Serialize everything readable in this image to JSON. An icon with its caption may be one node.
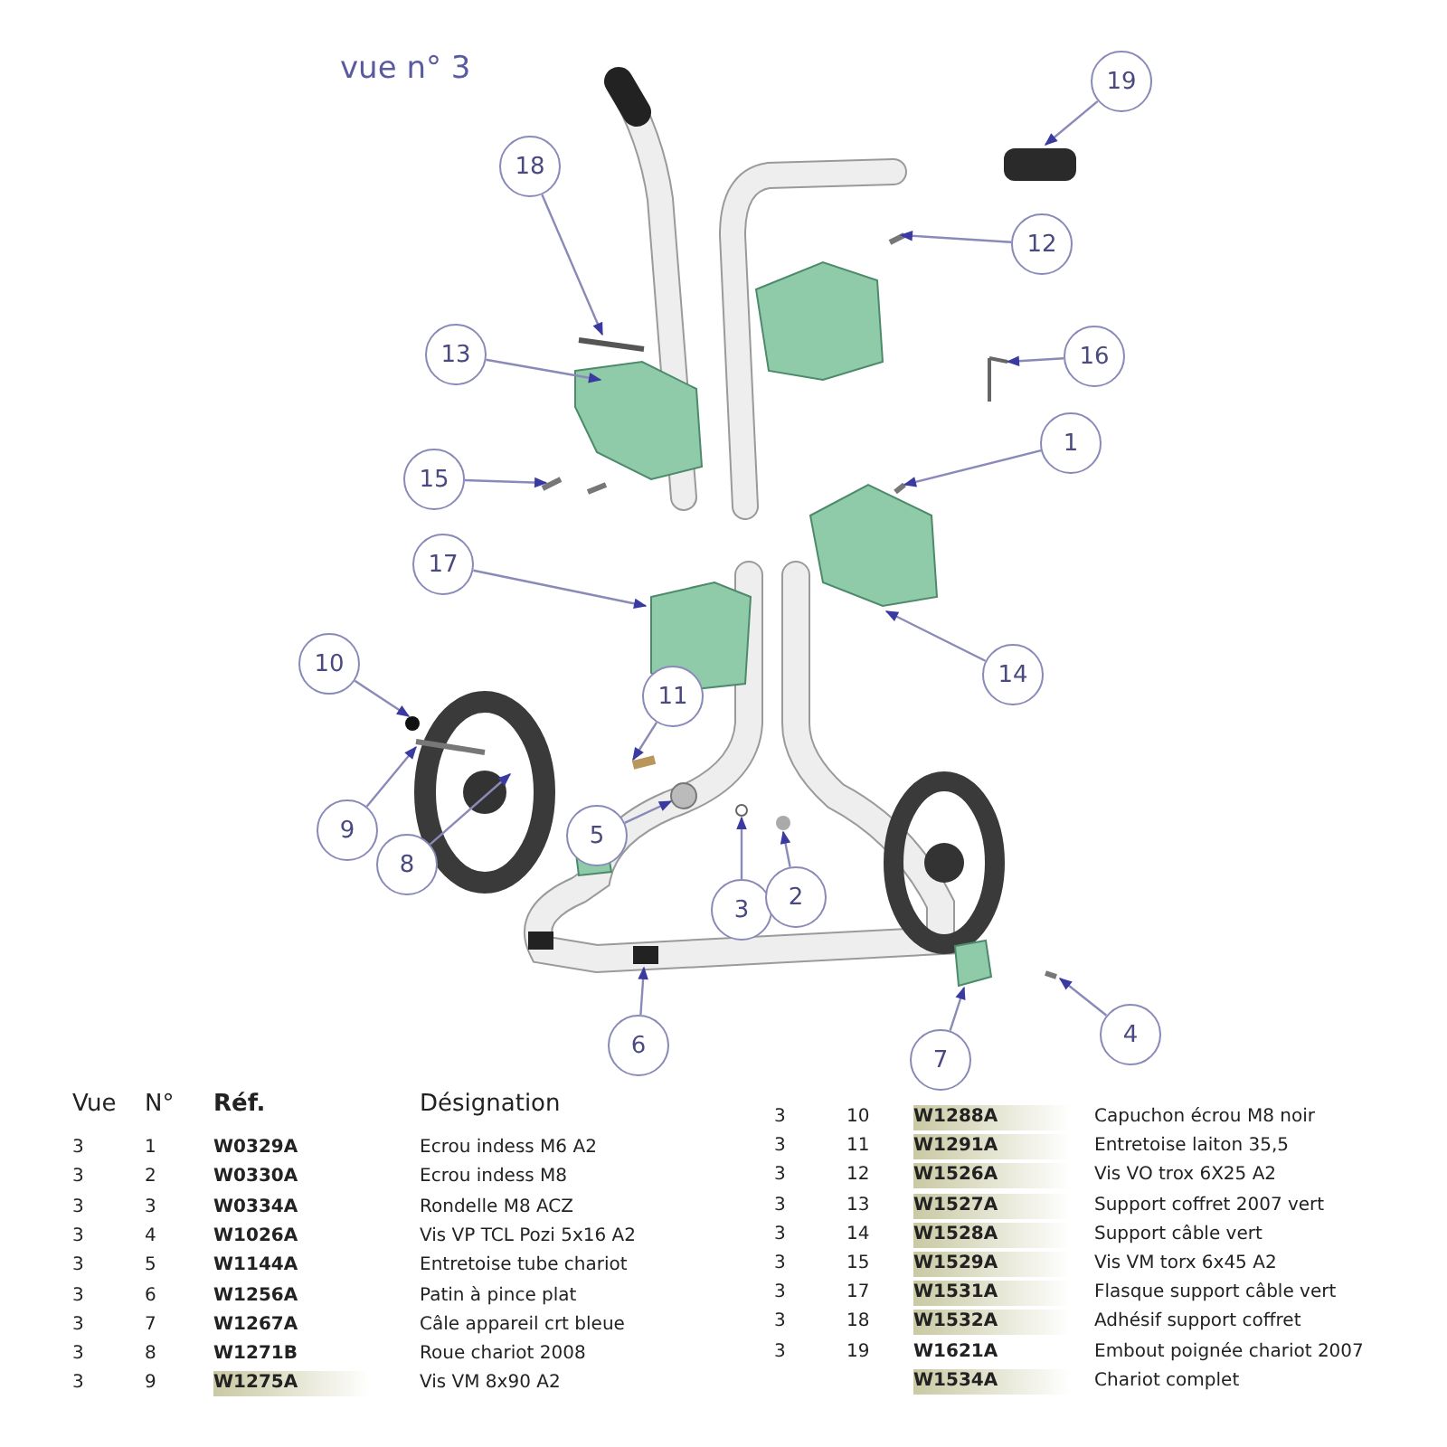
{
  "diagram": {
    "title": "vue n° 3",
    "nodes": [
      {
        "text": [
          "19"
        ]
      },
      {
        "text": [
          "18"
        ]
      },
      {
        "text": [
          "12"
        ]
      },
      {
        "text": [
          "13"
        ]
      },
      {
        "text": [
          "16"
        ]
      },
      {
        "text": [
          "1"
        ]
      },
      {
        "text": [
          "15"
        ]
      },
      {
        "text": [
          "17"
        ]
      },
      {
        "text": [
          "14"
        ]
      },
      {
        "text": [
          "10"
        ]
      },
      {
        "text": [
          "11"
        ]
      },
      {
        "text": [
          "9"
        ]
      },
      {
        "text": [
          "5"
        ]
      },
      {
        "text": [
          "8"
        ]
      },
      {
        "text": [
          "3"
        ]
      },
      {
        "text": [
          "2"
        ]
      },
      {
        "text": [
          "6"
        ]
      },
      {
        "text": [
          "7"
        ]
      },
      {
        "text": [
          "4"
        ]
      }
    ],
    "edges": [
      {
        "from": 0,
        "to": null,
        "arrow": "to"
      },
      {
        "from": 1,
        "to": null,
        "arrow": "to"
      },
      {
        "from": 2,
        "to": null,
        "arrow": "to"
      },
      {
        "from": 3,
        "to": null,
        "arrow": "to"
      },
      {
        "from": 4,
        "to": null,
        "arrow": "to"
      },
      {
        "from": 5,
        "to": null,
        "arrow": "to"
      },
      {
        "from": 6,
        "to": null,
        "arrow": "to"
      },
      {
        "from": 7,
        "to": null,
        "arrow": "to"
      },
      {
        "from": 8,
        "to": null,
        "arrow": "to"
      },
      {
        "from": 9,
        "to": null,
        "arrow": "to"
      },
      {
        "from": 10,
        "to": null,
        "arrow": "to"
      },
      {
        "from": 11,
        "to": null,
        "arrow": "to"
      },
      {
        "from": 12,
        "to": null,
        "arrow": "to"
      },
      {
        "from": 13,
        "to": null,
        "arrow": "to"
      },
      {
        "from": 14,
        "to": null,
        "arrow": "to"
      },
      {
        "from": 15,
        "to": null,
        "arrow": "to"
      },
      {
        "from": 16,
        "to": null,
        "arrow": "to"
      },
      {
        "from": 17,
        "to": null,
        "arrow": "to"
      },
      {
        "from": 18,
        "to": null,
        "arrow": "to"
      }
    ],
    "labels": [
      "Vue",
      "N°",
      "Réf.",
      "Désignation",
      "3",
      "1",
      "W0329A",
      "Ecrou indess M6 A2",
      "3",
      "2",
      "W0330A",
      "Ecrou indess M8",
      "3",
      "3",
      "W0334A",
      "Rondelle M8 ACZ",
      "3",
      "4",
      "W1026A",
      "Vis VP TCL Pozi 5x16 A2",
      "3",
      "5",
      "W1144A",
      "Entretoise tube chariot",
      "3",
      "6",
      "W1256A",
      "Patin à pince plat",
      "3",
      "7",
      "W1267A",
      "Câle appareil crt bleue",
      "3",
      "8",
      "W1271B",
      "Roue chariot 2008",
      "3",
      "9",
      "W1275A",
      "Vis VM 8x90 A2",
      "3",
      "10",
      "W1288A",
      "Capuchon écrou M8 noir",
      "3",
      "11",
      "W1291A",
      "Entretoise laiton 35,5",
      "3",
      "12",
      "W1526A",
      "Vis VO trox 6X25 A2",
      "3",
      "13",
      "W1527A",
      "Support coffret 2007 vert",
      "3",
      "14",
      "W1528A",
      "Support câble vert",
      "3",
      "15",
      "W1529A",
      "Vis VM torx 6x45 A2",
      "3",
      "17",
      "W1531A",
      "Flasque support câble vert",
      "3",
      "18",
      "W1532A",
      "Adhésif support coffret",
      "3",
      "19",
      "W1621A",
      "Embout poignée chariot 2007",
      "W1534A",
      "Chariot complet"
    ]
  }
}
